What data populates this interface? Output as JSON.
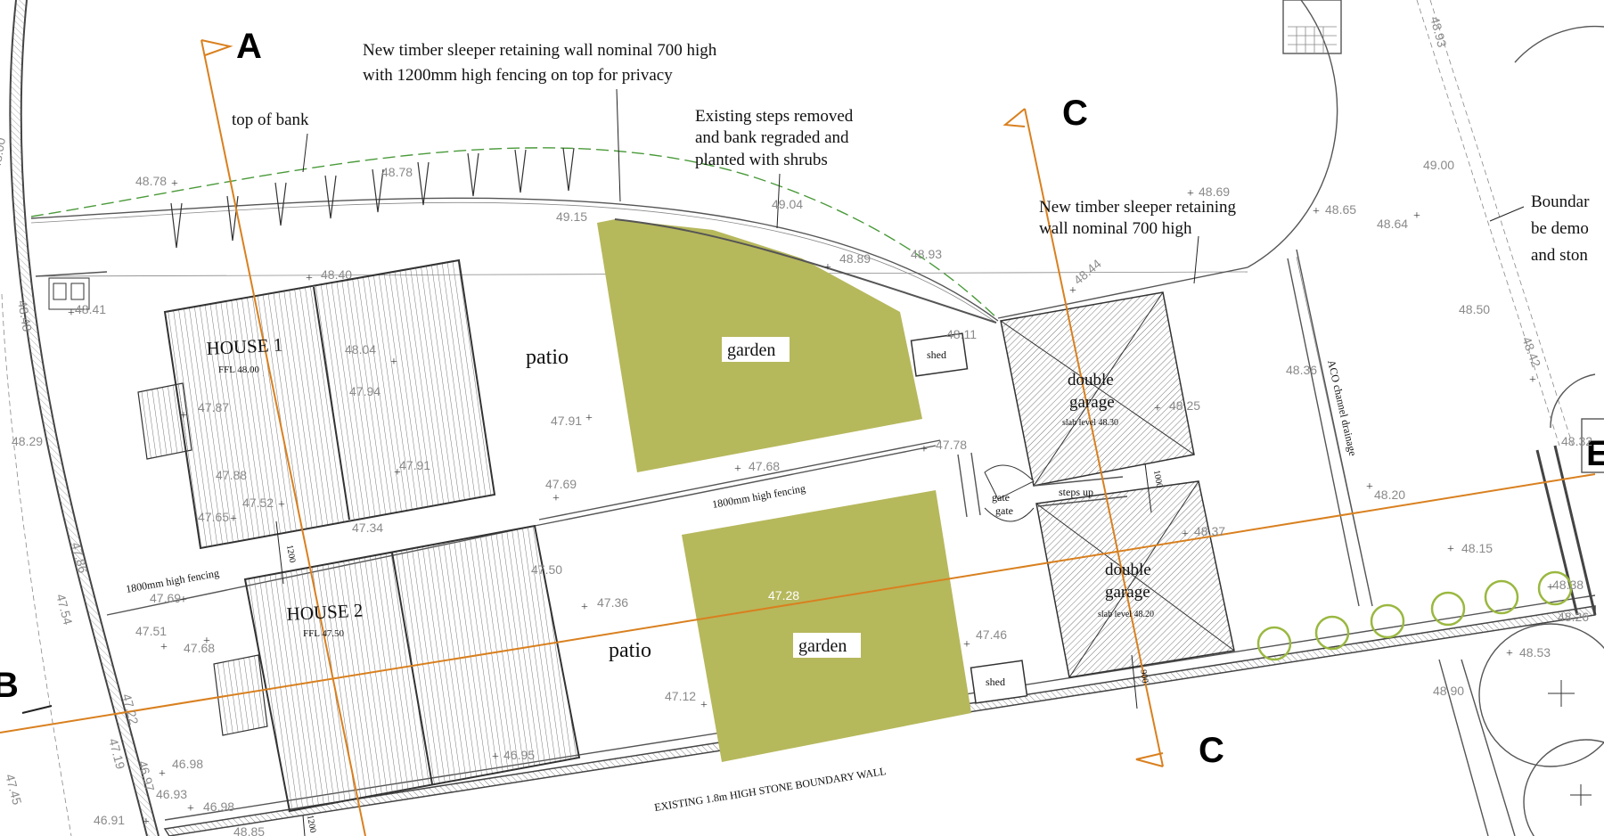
{
  "notes": {
    "retaining_wall_1": "New timber sleeper retaining wall nominal 700 high",
    "retaining_wall_2": "with 1200mm high fencing on top for privacy",
    "top_of_bank": "top of bank",
    "steps_1": "Existing steps removed",
    "steps_2": "and bank regraded and",
    "steps_3": "planted with shrubs",
    "retaining_wall_3": "New timber sleeper retaining",
    "retaining_wall_4": "wall nominal 700 high",
    "boundary_1": "Boundar",
    "boundary_2": "be demo",
    "boundary_3": "and ston",
    "aco": "ACO channel drainage",
    "boundary_wall": "EXISTING 1.8m HIGH STONE BOUNDARY WALL",
    "fencing_1": "1800mm high fencing",
    "fencing_2": "1800mm high fencing"
  },
  "sections": {
    "a": "A",
    "b": "B",
    "c_top": "C",
    "c_bottom": "C",
    "e": "E"
  },
  "houses": {
    "house1": {
      "name": "HOUSE 1",
      "ffl": "FFL 48.00"
    },
    "house2": {
      "name": "HOUSE 2",
      "ffl": "FFL 47.50"
    }
  },
  "areas": {
    "patio1": "patio",
    "patio2": "patio",
    "garden1": "garden",
    "garden2": "garden",
    "shed1": "shed",
    "shed2": "shed"
  },
  "garages": {
    "g1": {
      "name1": "double",
      "name2": "garage",
      "slab": "slab level 48.30"
    },
    "g2": {
      "name1": "double",
      "name2": "garage",
      "slab": "slab level 48.20"
    }
  },
  "gate": {
    "gate1": "gate",
    "gate2": "gate",
    "steps_up": "steps up"
  },
  "dims": {
    "d1200a": "1200",
    "d1200b": "1200",
    "d1000": "1000",
    "d900": "900"
  },
  "levels": {
    "l1": "48.78",
    "l2": "48.78",
    "l3": "49.15",
    "l4": "49.04",
    "l5": "48.89",
    "l6": "48.93",
    "l7": "48.69",
    "l8": "48.65",
    "l9": "48.64",
    "l10": "49.00",
    "l11": "48.40",
    "l12": "48.41",
    "l13": "48.48",
    "l14": "48.04",
    "l15": "47.94",
    "l16": "47.87",
    "l17": "47.91",
    "l18": "47.88",
    "l19": "47.91",
    "l20": "47.52",
    "l21": "47.65",
    "l22": "47.69",
    "l23": "47.68",
    "l24": "47.78",
    "l25": "48.11",
    "l26": "48.44",
    "l27": "48.36",
    "l28": "48.50",
    "l29": "48.42",
    "l30": "48.25",
    "l31": "48.20",
    "l32": "48.15",
    "l33": "48.29",
    "l34": "47.86",
    "l35": "47.54",
    "l36": "47.34",
    "l37": "47.50",
    "l38": "47.69",
    "l39": "47.51",
    "l40": "47.68",
    "l41": "47.36",
    "l42": "47.28",
    "l43": "47.46",
    "l44": "47.12",
    "l45": "46.95",
    "l46": "46.98",
    "l47": "46.93",
    "l48": "46.98",
    "l49": "46.91",
    "l50": "47.22",
    "l51": "47.19",
    "l52": "46.97",
    "l53": "47.45",
    "l54": "48.53",
    "l55": "48.90",
    "l56": "48.93",
    "l57": "48.85",
    "l58": "48.26",
    "l59": "48.32",
    "l60": "48.37",
    "l61": "48.38",
    "l62": "48.00"
  },
  "colors": {
    "garden": "#b6b85c",
    "section_line": "#d9801f",
    "bank_line": "#4a9a3a"
  }
}
